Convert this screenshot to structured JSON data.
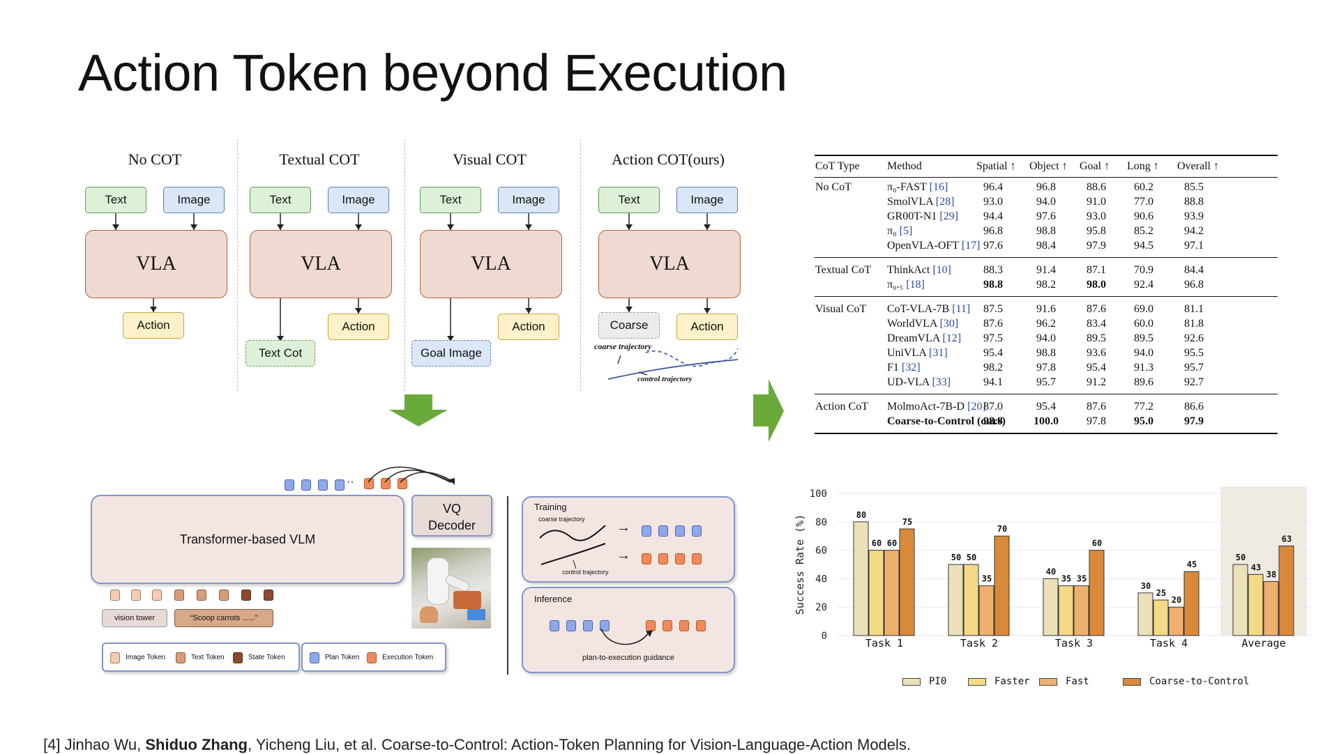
{
  "slide": {
    "title": "Action Token beyond Execution",
    "footnote": {
      "prefix": "[4] Jinhao Wu, ",
      "bold_author": "Shiduo Zhang",
      "suffix": ", Yicheng Liu, et al. Coarse-to-Control: Action-Token Planning for Vision-Language-Action Models."
    }
  },
  "cot_panels": [
    {
      "heading": "No COT",
      "text": "Text",
      "image": "Image",
      "model": "VLA",
      "action": "Action"
    },
    {
      "heading": "Textual COT",
      "text": "Text",
      "image": "Image",
      "model": "VLA",
      "action": "Action",
      "extra": "Text Cot"
    },
    {
      "heading": "Visual  COT",
      "text": "Text",
      "image": "Image",
      "model": "VLA",
      "action": "Action",
      "extra": "Goal Image"
    },
    {
      "heading": "Action COT(ours)",
      "text": "Text",
      "image": "Image",
      "model": "VLA",
      "action": "Action",
      "extra": "Coarse",
      "coarse_label": "coarse trajectory",
      "control_label": "control trajectory"
    }
  ],
  "architecture": {
    "vlm_label": "Transformer-based VLM",
    "decoder_label_1": "VQ",
    "decoder_label_2": "Decoder",
    "vision_tower": "vision tower",
    "prompt": "“Scoop carrots ......”",
    "dots": "··",
    "legend": {
      "image_token": "Image Token",
      "text_token": "Text Token",
      "state_token": "State Token",
      "plan_token": "Plan Token",
      "execution_token": "Execution Token"
    },
    "training": {
      "title": "Training",
      "coarse": "coarse trajectory",
      "control": "control trajectory",
      "arrow": "→"
    },
    "inference": {
      "title": "Inference",
      "guidance": "plan-to-execution guidance"
    },
    "colors": {
      "plan": "#8fa8e8",
      "execution": "#f08a5a",
      "arrow_green": "#6aaa3a"
    }
  },
  "table": {
    "headers": [
      "CoT Type",
      "Method",
      "Spatial ↑",
      "Object ↑",
      "Goal ↑",
      "Long ↑",
      "Overall ↑"
    ],
    "groups": [
      {
        "type": "No CoT",
        "rows": [
          {
            "method": "π₀-FAST",
            "ref": "[16]",
            "v": [
              "96.4",
              "96.8",
              "88.6",
              "60.2",
              "85.5"
            ]
          },
          {
            "method": "SmolVLA",
            "ref": "[28]",
            "v": [
              "93.0",
              "94.0",
              "91.0",
              "77.0",
              "88.8"
            ]
          },
          {
            "method": "GR00T-N1",
            "ref": "[29]",
            "v": [
              "94.4",
              "97.6",
              "93.0",
              "90.6",
              "93.9"
            ]
          },
          {
            "method": "π₀",
            "ref": "[5]",
            "v": [
              "96.8",
              "98.8",
              "95.8",
              "85.2",
              "94.2"
            ]
          },
          {
            "method": "OpenVLA-OFT",
            "ref": "[17]",
            "v": [
              "97.6",
              "98.4",
              "97.9",
              "94.5",
              "97.1"
            ]
          }
        ]
      },
      {
        "type": "Textual CoT",
        "rows": [
          {
            "method": "ThinkAct",
            "ref": "[10]",
            "v": [
              "88.3",
              "91.4",
              "87.1",
              "70.9",
              "84.4"
            ]
          },
          {
            "method": "π₀.₅",
            "ref": "[18]",
            "v": [
              "98.8",
              "98.2",
              "98.0",
              "92.4",
              "96.8"
            ],
            "bold": [
              0,
              2
            ]
          }
        ]
      },
      {
        "type": "Visual CoT",
        "rows": [
          {
            "method": "CoT-VLA-7B",
            "ref": "[11]",
            "v": [
              "87.5",
              "91.6",
              "87.6",
              "69.0",
              "81.1"
            ]
          },
          {
            "method": "WorldVLA",
            "ref": "[30]",
            "v": [
              "87.6",
              "96.2",
              "83.4",
              "60.0",
              "81.8"
            ]
          },
          {
            "method": "DreamVLA",
            "ref": "[12]",
            "v": [
              "97.5",
              "94.0",
              "89.5",
              "89.5",
              "92.6"
            ]
          },
          {
            "method": "UniVLA",
            "ref": "[31]",
            "v": [
              "95.4",
              "98.8",
              "93.6",
              "94.0",
              "95.5"
            ]
          },
          {
            "method": "F1",
            "ref": "[32]",
            "v": [
              "98.2",
              "97.8",
              "95.4",
              "91.3",
              "95.7"
            ]
          },
          {
            "method": "UD-VLA",
            "ref": "[33]",
            "v": [
              "94.1",
              "95.7",
              "91.2",
              "89.6",
              "92.7"
            ]
          }
        ]
      },
      {
        "type": "Action CoT",
        "rows": [
          {
            "method": "MolmoAct-7B-D",
            "ref": "[20]",
            "v": [
              "87.0",
              "95.4",
              "87.6",
              "77.2",
              "86.6"
            ]
          },
          {
            "method": "Coarse-to-Control (ours)",
            "ref": "",
            "v": [
              "98.8",
              "100.0",
              "97.8",
              "95.0",
              "97.9"
            ],
            "bold": [
              0,
              1,
              3,
              4
            ],
            "bold_method": true
          }
        ]
      }
    ],
    "ref_color": "#2a4aa0"
  },
  "chart_data": {
    "type": "bar",
    "categories": [
      "Task 1",
      "Task 2",
      "Task 3",
      "Task 4",
      "Average"
    ],
    "series": [
      {
        "name": "PI0",
        "values": [
          80,
          50,
          40,
          30,
          50
        ],
        "color": "#ece0b8"
      },
      {
        "name": "Faster",
        "values": [
          60,
          50,
          35,
          25,
          43
        ],
        "color": "#f2da86"
      },
      {
        "name": "Fast",
        "values": [
          60,
          35,
          35,
          20,
          38
        ],
        "color": "#eeb06e"
      },
      {
        "name": "Coarse-to-Control",
        "values": [
          75,
          70,
          60,
          45,
          63
        ],
        "color": "#d88a3a"
      }
    ],
    "ylabel": "Success Rate (%)",
    "ylim": [
      0,
      100
    ],
    "yticks": [
      "0",
      "20",
      "40",
      "60",
      "80",
      "100"
    ],
    "grid": true,
    "legend": "bottom",
    "highlighted_category": "Average"
  }
}
